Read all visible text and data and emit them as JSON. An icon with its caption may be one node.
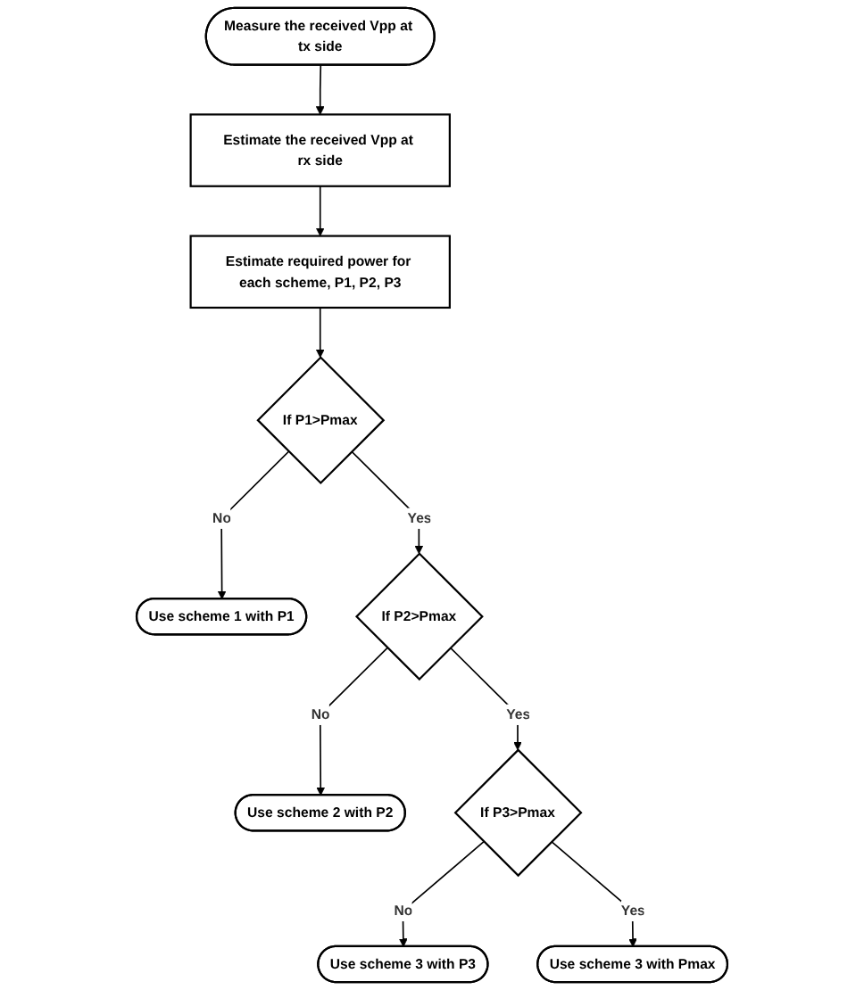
{
  "diagram": {
    "nodes": [
      {
        "text": [
          "Measure the received Vpp at tx side"
        ]
      },
      {
        "text": [
          "Estimate the received Vpp at rx side"
        ]
      },
      {
        "text": [
          "Estimate required power for each scheme, P1, P2, P3"
        ]
      },
      {
        "text": [
          "If P1>Pmax"
        ]
      },
      {
        "text": [
          "Use scheme 1 with P1"
        ]
      },
      {
        "text": [
          "If P2>Pmax"
        ]
      },
      {
        "text": [
          "Use scheme 2 with P2"
        ]
      },
      {
        "text": [
          "If P3>Pmax"
        ]
      },
      {
        "text": [
          "Use scheme 3 with P3"
        ]
      },
      {
        "text": [
          "Use scheme 3 with Pmax"
        ]
      }
    ],
    "edges": [
      {
        "from": 0,
        "to": 1,
        "arrow": "to"
      },
      {
        "from": 1,
        "to": 2,
        "arrow": "to"
      },
      {
        "from": 2,
        "to": 3,
        "arrow": "to"
      },
      {
        "from": 3,
        "to": 4,
        "arrow": "to",
        "label": "No"
      },
      {
        "from": 3,
        "to": 5,
        "arrow": "to",
        "label": "Yes"
      },
      {
        "from": 5,
        "to": 6,
        "arrow": "to",
        "label": "No"
      },
      {
        "from": 5,
        "to": 7,
        "arrow": "to",
        "label": "Yes"
      },
      {
        "from": 7,
        "to": 8,
        "arrow": "to",
        "label": "No"
      },
      {
        "from": 7,
        "to": 9,
        "arrow": "to",
        "label": "Yes"
      }
    ]
  }
}
